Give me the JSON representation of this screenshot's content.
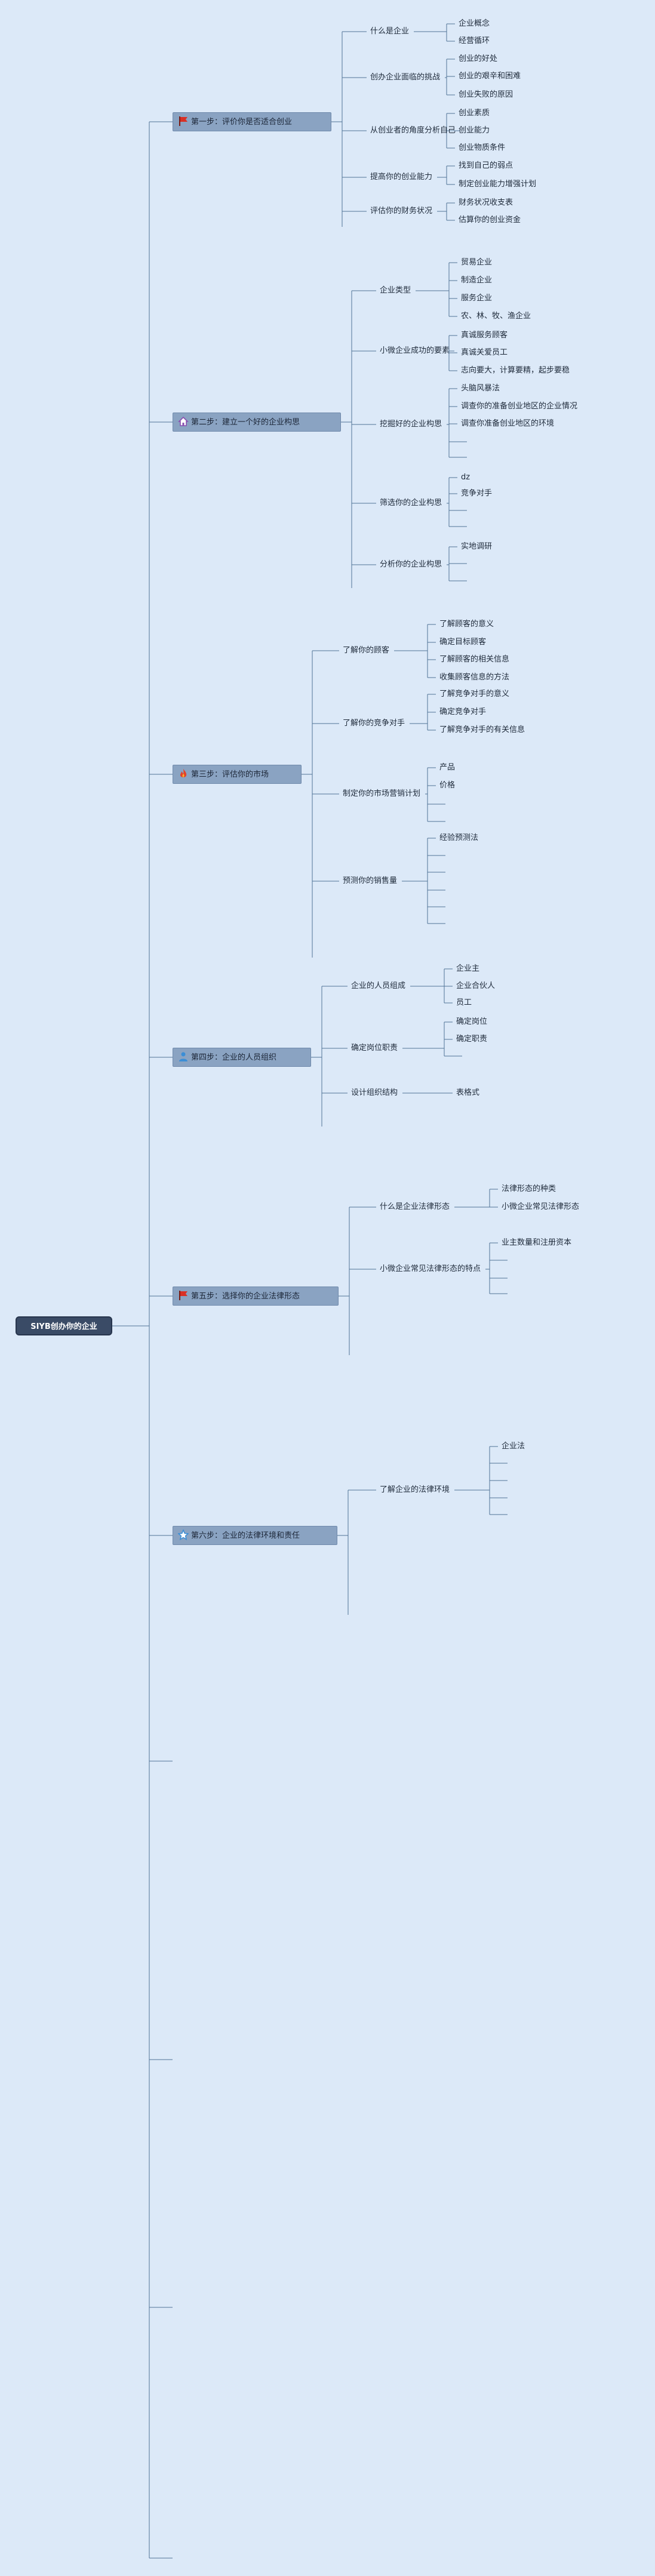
{
  "root": {
    "label": "SIYB创办你的企业"
  },
  "steps": [
    {
      "label": "第一步：评价你是否适合创业",
      "icon": "flag-icon",
      "icon_color": "#d93025",
      "children": [
        {
          "label": "什么是企业",
          "leaves": [
            "企业概念",
            "经营循环"
          ]
        },
        {
          "label": "创办企业面临的挑战",
          "leaves": [
            "创业的好处",
            "创业的艰辛和困难",
            "创业失败的原因"
          ]
        },
        {
          "label": "从创业者的角度分析自己",
          "leaves": [
            "创业素质",
            "创业能力",
            "创业物质条件"
          ]
        },
        {
          "label": "提高你的创业能力",
          "leaves": [
            "找到自己的弱点",
            "制定创业能力增强计划"
          ]
        },
        {
          "label": "评估你的财务状况",
          "leaves": [
            "财务状况收支表",
            "估算你的创业资金"
          ]
        }
      ]
    },
    {
      "label": "第二步：建立一个好的企业构思",
      "icon": "home-icon",
      "icon_color": "#8a4fb0",
      "children": [
        {
          "label": "企业类型",
          "leaves": [
            "贸易企业",
            "制造企业",
            "服务企业",
            "农、林、牧、渔企业"
          ]
        },
        {
          "label": "小微企业成功的要素",
          "leaves": [
            "真诚服务顾客",
            "真诚关爱员工",
            "志向要大，计算要精，起步要稳"
          ]
        },
        {
          "label": "挖掘好的企业构思",
          "leaves": [
            "头脑风暴法",
            "调查你的准备创业地区的企业情况",
            "调查你准备创业地区的环境",
            "",
            ""
          ]
        },
        {
          "label": "筛选你的企业构思",
          "leaves": [
            "dz",
            "竞争对手",
            "",
            ""
          ]
        },
        {
          "label": "分析你的企业构思",
          "leaves": [
            "实地调研",
            "",
            ""
          ]
        }
      ]
    },
    {
      "label": "第三步：评估你的市场",
      "icon": "fire-icon",
      "icon_color": "#e2442a",
      "children": [
        {
          "label": "了解你的顾客",
          "leaves": [
            "了解顾客的意义",
            "确定目标顾客",
            "了解顾客的相关信息",
            "收集顾客信息的方法"
          ]
        },
        {
          "label": "了解你的竞争对手",
          "leaves": [
            "了解竞争对手的意义",
            "确定竞争对手",
            "了解竞争对手的有关信息"
          ]
        },
        {
          "label": "制定你的市场营销计划",
          "leaves": [
            "产品",
            "价格",
            "",
            ""
          ]
        },
        {
          "label": "预测你的销售量",
          "leaves": [
            "经验预测法",
            "",
            "",
            "",
            "",
            ""
          ]
        }
      ]
    },
    {
      "label": "第四步：企业的人员组织",
      "icon": "person-icon",
      "icon_color": "#3b8ed6",
      "children": [
        {
          "label": "企业的人员组成",
          "leaves": [
            "企业主",
            "企业合伙人",
            "员工"
          ]
        },
        {
          "label": "确定岗位职责",
          "leaves": [
            "确定岗位",
            "确定职责",
            ""
          ]
        },
        {
          "label": "设计组织结构",
          "leaves": [
            "表格式"
          ]
        }
      ]
    },
    {
      "label": "第五步：选择你的企业法律形态",
      "icon": "flag-icon",
      "icon_color": "#d93025",
      "children": [
        {
          "label": "什么是企业法律形态",
          "leaves": [
            "法律形态的种类",
            "小微企业常见法律形态"
          ]
        },
        {
          "label": "小微企业常见法律形态的特点",
          "leaves": [
            "业主数量和注册资本",
            "",
            "",
            ""
          ]
        }
      ]
    },
    {
      "label": "第六步：企业的法律环境和责任",
      "icon": "star-icon",
      "icon_color": "#3b8ed6",
      "children": [
        {
          "label": "了解企业的法律环境",
          "leaves": [
            "企业法",
            "",
            "",
            "",
            ""
          ]
        }
      ]
    }
  ]
}
